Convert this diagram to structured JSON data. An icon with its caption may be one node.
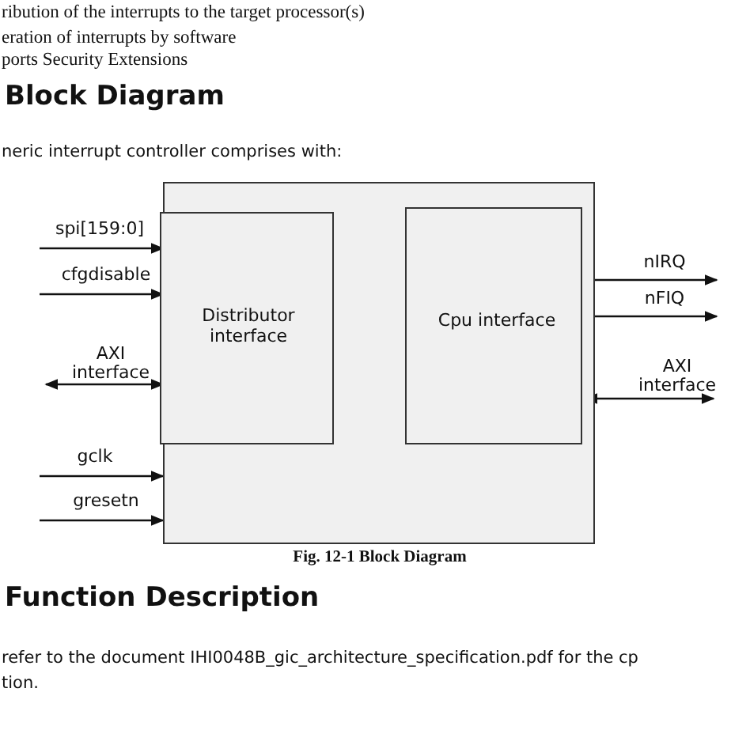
{
  "diagram": {
    "title": "Block Diagram",
    "caption": "Fig. 12-1 Block Diagram",
    "nodes": [
      {
        "text": [],
        "shape": "box"
      },
      {
        "text": [
          "Distributor interface"
        ],
        "in": 0
      },
      {
        "text": [
          "Cpu interface"
        ],
        "in": 0
      }
    ],
    "edges": [
      {
        "from": null,
        "to": 1,
        "arrow": "to",
        "label": "spi[159:0]"
      },
      {
        "from": null,
        "to": 1,
        "arrow": "to",
        "label": "cfgdisable"
      },
      {
        "from": null,
        "to": 1,
        "arrow": "both",
        "label": "AXI interface"
      },
      {
        "from": null,
        "to": 0,
        "arrow": "to",
        "label": "gclk"
      },
      {
        "from": null,
        "to": 0,
        "arrow": "to",
        "label": "gresetn"
      },
      {
        "from": 2,
        "to": null,
        "arrow": "to",
        "label": "nIRQ"
      },
      {
        "from": 2,
        "to": null,
        "arrow": "to",
        "label": "nFIQ"
      },
      {
        "from": 2,
        "to": null,
        "arrow": "both",
        "label": "AXI interface"
      }
    ],
    "labels": [
      "ribution of the interrupts to the target processor(s)",
      "eration of interrupts by software",
      "ports Security Extensions",
      "neric interrupt controller comprises with:",
      "Function Description",
      "refer to the document IHI0048B_gic_architecture_specification.pdf for the cp tion."
    ]
  }
}
